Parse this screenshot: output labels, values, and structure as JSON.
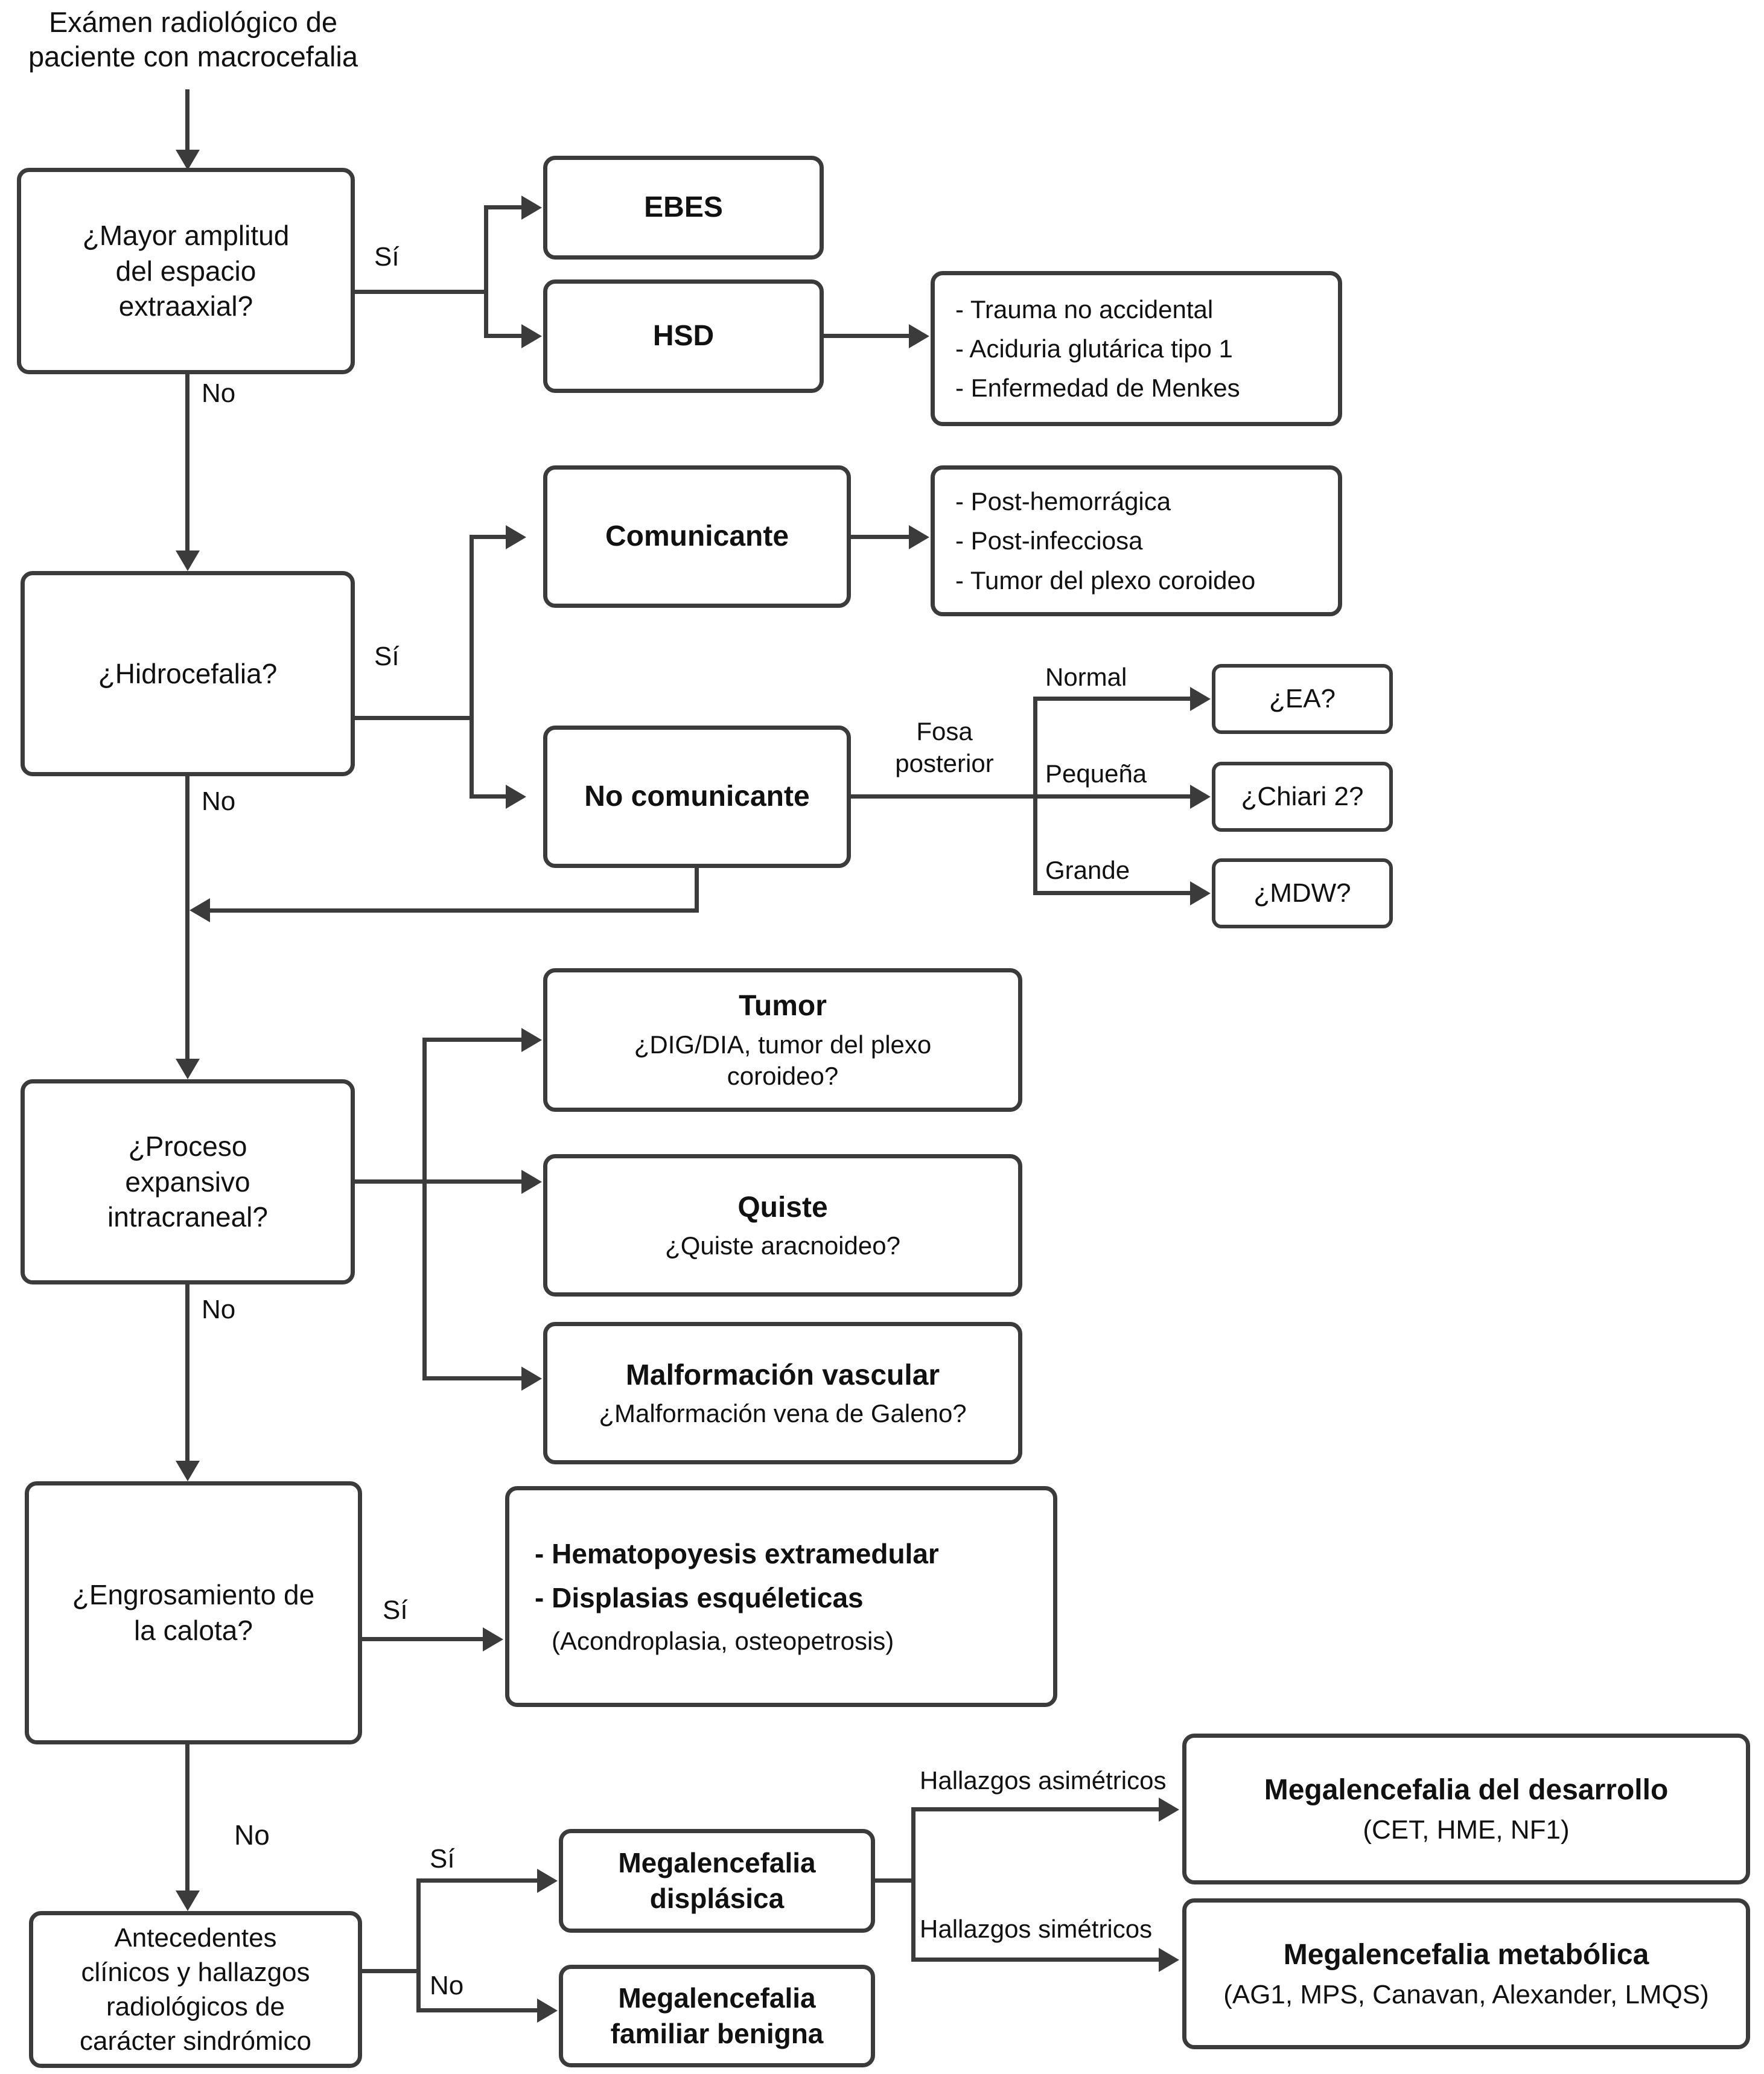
{
  "title": "Exámen radiológico de\npaciente con macrocefalia",
  "nodes": {
    "q_espacio": "¿Mayor amplitud\ndel espacio\nextraaxial?",
    "ebes": "EBES",
    "hsd": "HSD",
    "hsd_causes": "- Trauma no accidental\n- Aciduria glutárica tipo 1\n- Enfermedad de Menkes",
    "q_hidrocefalia": "¿Hidrocefalia?",
    "comunicante": "Comunicante",
    "comunicante_causes": "- Post-hemorrágica\n- Post-infecciosa\n- Tumor del plexo coroideo",
    "no_comunicante": "No comunicante",
    "ea": "¿EA?",
    "chiari": "¿Chiari 2?",
    "mdw": "¿MDW?",
    "q_proceso": "¿Proceso\nexpansivo\nintracraneal?",
    "tumor_title": "Tumor",
    "tumor_sub": "¿DIG/DIA, tumor del plexo\ncoroideo?",
    "quiste_title": "Quiste",
    "quiste_sub": "¿Quiste aracnoideo?",
    "malformacion_title": "Malformación vascular",
    "malformacion_sub": "¿Malformación vena de Galeno?",
    "q_engrosamiento": "¿Engrosamiento de\nla calota?",
    "calota_line1": "- Hematopoyesis extramedular",
    "calota_line2": "- Displasias esquéleticas",
    "calota_line3": "(Acondroplasia, osteopetrosis)",
    "q_antecedentes": "Antecedentes\nclínicos y hallazgos\nradiológicos de\ncarácter sindrómico",
    "meg_displasica": "Megalencefalia\ndisplásica",
    "meg_familiar": "Megalencefalia\nfamiliar benigna",
    "meg_desarrollo_title": "Megalencefalia del desarrollo",
    "meg_desarrollo_sub": "(CET, HME, NF1)",
    "meg_metabolica_title": "Megalencefalia metabólica",
    "meg_metabolica_sub": "(AG1, MPS,  Canavan, Alexander, LMQS)"
  },
  "edge_labels": {
    "si_espacio": "Sí",
    "no_espacio": "No",
    "si_hidro": "Sí",
    "no_hidro": "No",
    "fosa_posterior": "Fosa\nposterior",
    "normal": "Normal",
    "pequena": "Pequeña",
    "grande": "Grande",
    "no_proceso": "No",
    "si_calota": "Sí",
    "no_calota": "No",
    "si_sindromico": "Sí",
    "no_sindromico": "No",
    "hallazgos_asimetricos": "Hallazgos asimétricos",
    "hallazgos_simetricos": "Hallazgos simétricos"
  },
  "colors": {
    "line": "#3b3b3b",
    "text": "#111111",
    "background": "#ffffff"
  }
}
